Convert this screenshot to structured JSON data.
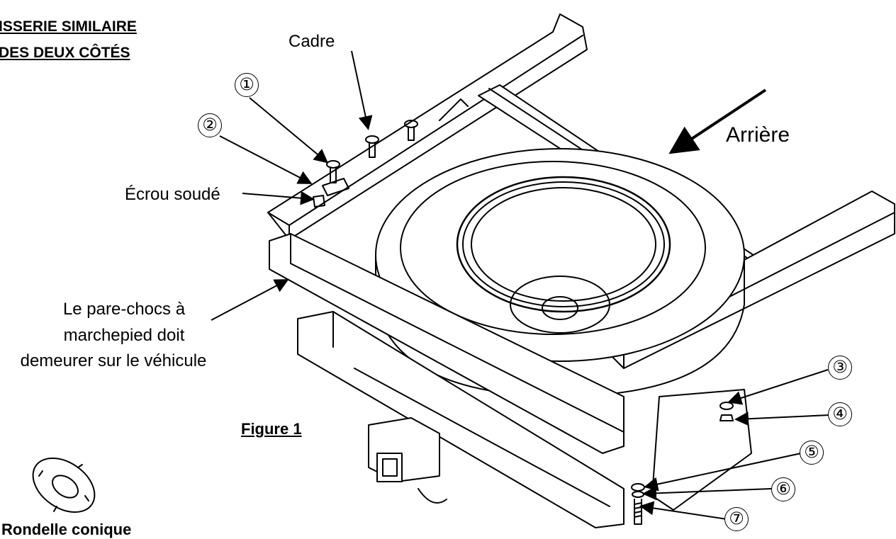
{
  "title": {
    "line1": "ISSERIE SIMILAIRE",
    "line2": "DES DEUX CÔTÉS"
  },
  "labels": {
    "cadre": "Cadre",
    "arriere": "Arrière",
    "ecrou": "Écrou soudé",
    "bumper_line1": "Le pare-chocs à",
    "bumper_line2": "marchepied doit",
    "bumper_line3": "demeurer sur le véhicule",
    "figure": "Figure 1",
    "washer": "Rondelle conique"
  },
  "callouts": [
    "①",
    "②",
    "③",
    "④",
    "⑤",
    "⑥",
    "⑦"
  ]
}
